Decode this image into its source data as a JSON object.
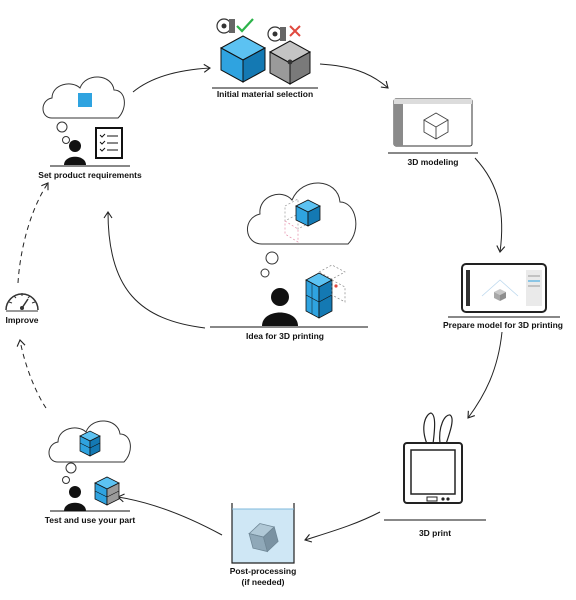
{
  "colors": {
    "accent": "#2fa3e0",
    "accent_dark": "#1479b3",
    "ok": "#2cb34a",
    "bad": "#e0493f",
    "line": "#222222",
    "grey_cube": "#9a9a9a"
  },
  "steps": {
    "initial_material": "Initial material selection",
    "modeling": "3D modeling",
    "prepare": "Prepare model for 3D printing",
    "print": "3D print",
    "post_line1": "Post-processing",
    "post_line2": "(if needed)",
    "test": "Test and use your part",
    "improve": "Improve",
    "set_requirements": "Set product requirements",
    "idea": "Idea for 3D printing"
  },
  "icons": [
    "spool-icon",
    "check-icon",
    "cross-icon",
    "blue-cube-icon",
    "grey-cube-icon",
    "monitor-icon",
    "tablet-icon",
    "printer-icon",
    "container-icon",
    "cloud-icon",
    "person-icon",
    "checklist-icon",
    "gauge-icon"
  ]
}
